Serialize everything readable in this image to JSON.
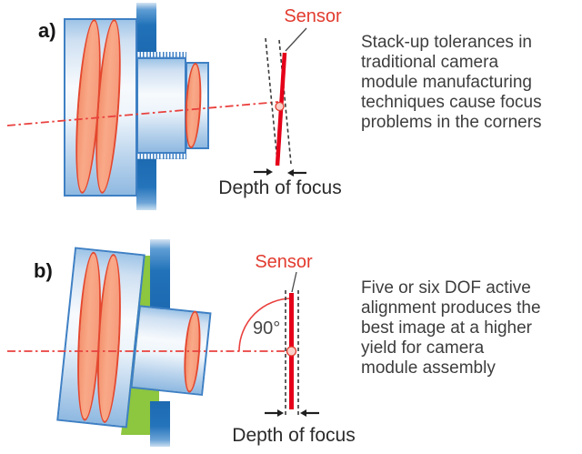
{
  "panels": {
    "a": {
      "label": "a)",
      "sensor_label": "Sensor",
      "dof_label": "Depth of focus",
      "description_lines": [
        "Stack-up tolerances in",
        "traditional camera",
        "module manufacturing",
        "techniques cause focus",
        "problems in the corners"
      ]
    },
    "b": {
      "label": "b)",
      "sensor_label": "Sensor",
      "angle_label": "90°",
      "dof_label": "Depth of focus",
      "description_lines": [
        "Five or six DOF active",
        "alignment produces the",
        "best image at a higher",
        "yield for camera",
        "module assembly"
      ]
    }
  },
  "colors": {
    "sensor_red": "#E50019",
    "axis_red": "#E9413E",
    "label_red": "#E23B2E",
    "mount_blue": "#1E6FBA",
    "housing_border_blue": "#3F80C4",
    "housing_fill_light": "#C2D8EE",
    "lens_fill": "#F8A183",
    "lens_border": "#E4482F",
    "adhesive_green": "#8DC63F",
    "dashed_line_gray": "#3B3B3B",
    "body_text_gray": "#3D3D3D"
  }
}
